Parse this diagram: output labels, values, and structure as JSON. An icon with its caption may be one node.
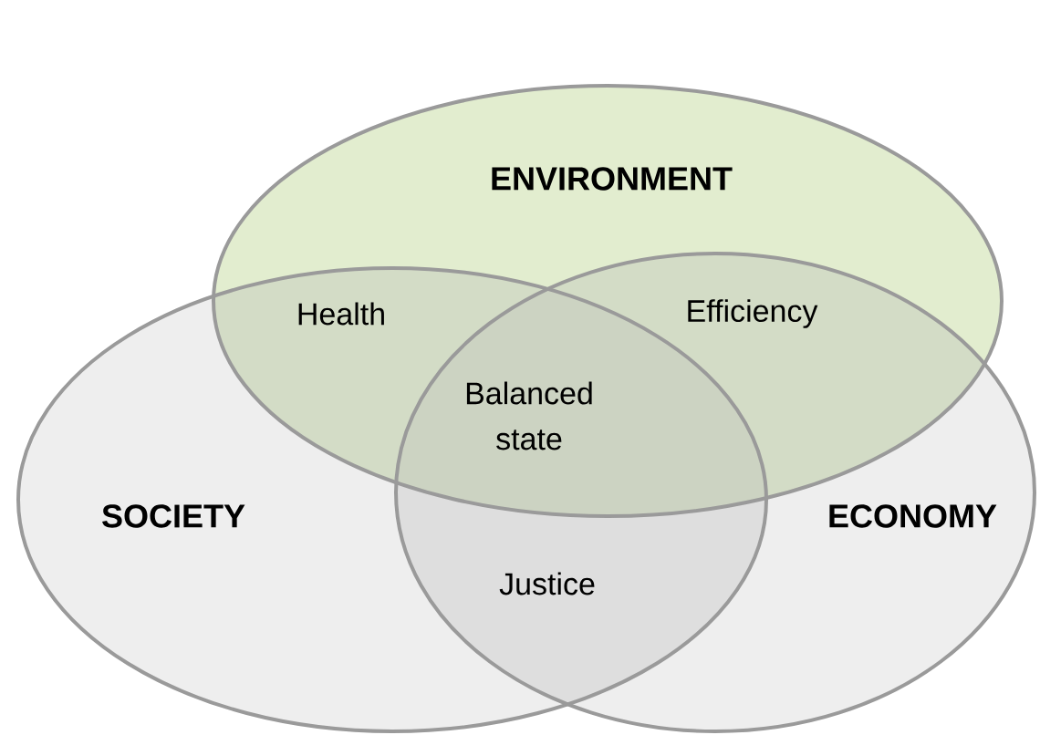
{
  "diagram": {
    "nodes": [
      {
        "text": [
          "ENVIRONMENT"
        ]
      },
      {
        "text": [
          "SOCIETY"
        ]
      },
      {
        "text": [
          "ECONOMY"
        ]
      }
    ],
    "labels": [
      "Health",
      "Efficiency",
      "Balanced state",
      "Justice"
    ]
  }
}
